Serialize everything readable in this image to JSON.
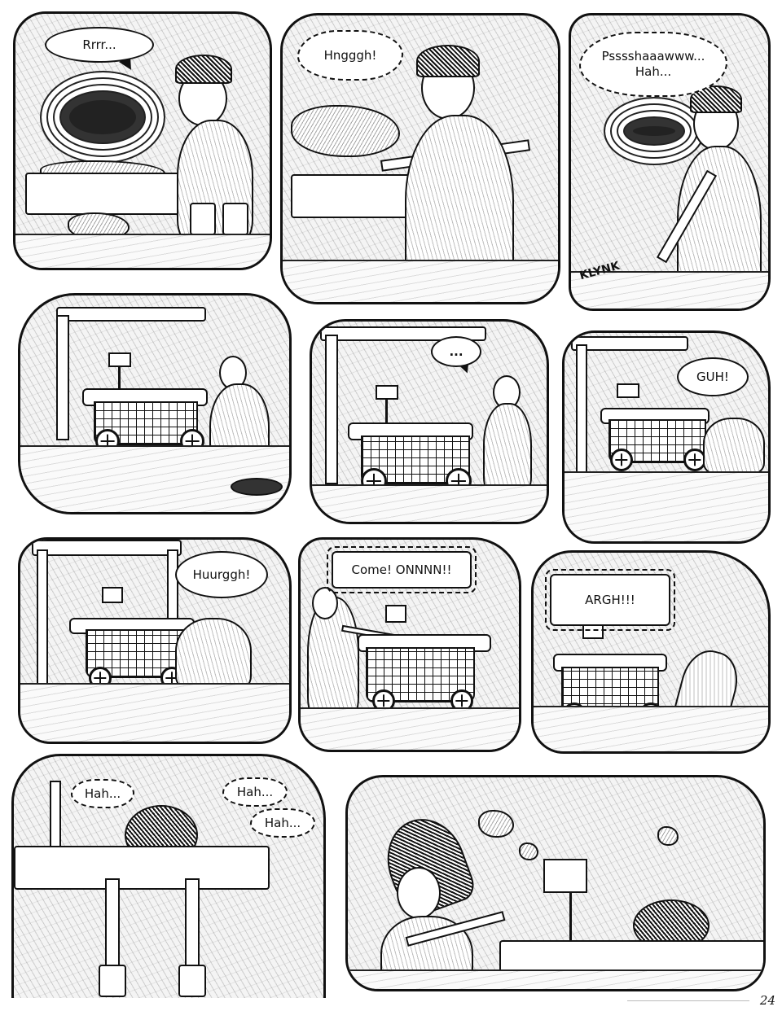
{
  "page": {
    "number": "24",
    "style": "hand-drawn black and white ink comic page",
    "colors": {
      "ink": "#111111",
      "paper": "#ffffff"
    }
  },
  "panels": [
    {
      "id": 1,
      "row": 1,
      "description": "Character straining near swirling vortex and mine cart edge",
      "bubbles": [
        {
          "text": "Rrrr...",
          "type": "speech"
        }
      ]
    },
    {
      "id": 2,
      "row": 1,
      "description": "Character pulls on pickaxe handle wedged in cart",
      "bubbles": [
        {
          "text": "Hngggh!",
          "type": "cloud"
        }
      ]
    },
    {
      "id": 3,
      "row": 1,
      "description": "Character leaning on tool, exhausted; pickaxe scraping sound",
      "bubbles": [
        {
          "text": "Psssshaaawww...\nHah...",
          "type": "cloud"
        }
      ],
      "sfx": [
        "KLYNK"
      ]
    },
    {
      "id": 4,
      "row": 2,
      "description": "Character pushes mine cart under wooden support beam",
      "bubbles": []
    },
    {
      "id": 5,
      "row": 2,
      "description": "Character stands beside cart, silent",
      "bubbles": [
        {
          "text": "...",
          "type": "speech"
        }
      ]
    },
    {
      "id": 6,
      "row": 2,
      "description": "Character crouches behind cart, pushing",
      "bubbles": [
        {
          "text": "GUH!",
          "type": "speech"
        }
      ]
    },
    {
      "id": 7,
      "row": 3,
      "description": "Character kneels, straining to push cart",
      "bubbles": [
        {
          "text": "Huurggh!",
          "type": "speech"
        }
      ]
    },
    {
      "id": 8,
      "row": 3,
      "description": "Character pulls cart from front with rope",
      "bubbles": [
        {
          "text": "Come! ONNNN!!",
          "type": "spiky"
        }
      ]
    },
    {
      "id": 9,
      "row": 3,
      "description": "Character braces and shoves cart from behind",
      "bubbles": [
        {
          "text": "ARGH!!!",
          "type": "spiky"
        }
      ]
    },
    {
      "id": 10,
      "row": 4,
      "description": "Character slumped over cart edge, panting",
      "bubbles": [
        {
          "text": "Hah...",
          "type": "cloud"
        },
        {
          "text": "Hah...",
          "type": "cloud"
        },
        {
          "text": "Hah...",
          "type": "cloud"
        }
      ]
    },
    {
      "id": 11,
      "row": 4,
      "description": "Another character with helmet peers at the cart holding a pickaxe",
      "bubbles": []
    }
  ]
}
